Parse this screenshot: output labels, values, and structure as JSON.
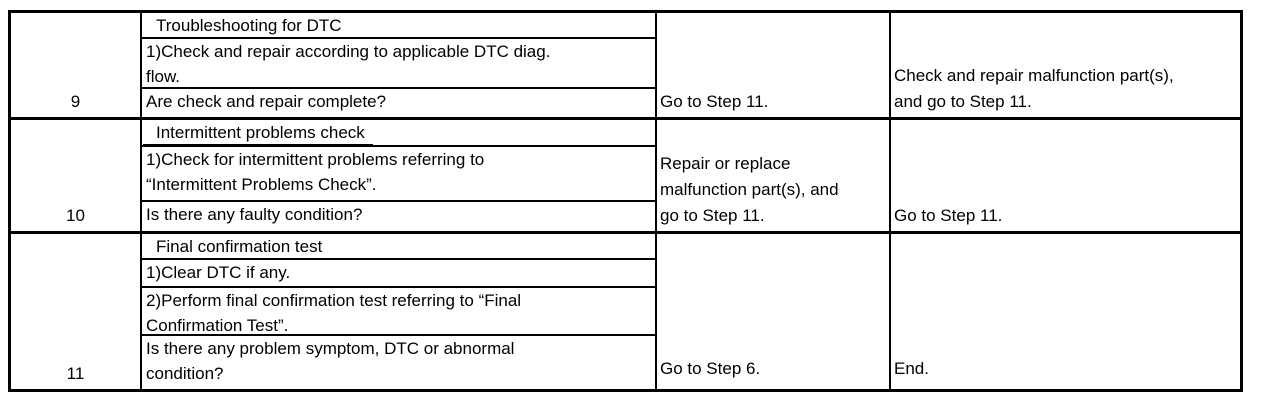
{
  "colors": {
    "border": "#000000",
    "text": "#000000",
    "background": "#ffffff"
  },
  "table": {
    "rows": [
      {
        "step": "9",
        "action": [
          {
            "type": "title",
            "lines": [
              "Troubleshooting for DTC"
            ]
          },
          {
            "type": "instruction",
            "lines": [
              "1)Check and repair according to applicable DTC diag.",
              "flow."
            ]
          },
          {
            "type": "question",
            "lines": [
              "Are check and repair complete?"
            ]
          }
        ],
        "yes": {
          "lines": [
            "Go to Step 11."
          ]
        },
        "no": {
          "lines": [
            "Check and repair malfunction part(s),",
            "and go to Step 11."
          ]
        }
      },
      {
        "step": "10",
        "action": [
          {
            "type": "title",
            "lines": [
              "Intermittent problems check"
            ]
          },
          {
            "type": "instruction",
            "lines": [
              "1)Check for intermittent problems referring to",
              "“Intermittent Problems Check”."
            ]
          },
          {
            "type": "question",
            "lines": [
              "Is there any faulty condition?"
            ]
          }
        ],
        "yes": {
          "lines": [
            "Repair or replace",
            "malfunction part(s), and",
            "go to Step 11."
          ]
        },
        "no": {
          "lines": [
            "Go to Step 11."
          ]
        }
      },
      {
        "step": "11",
        "action": [
          {
            "type": "title",
            "lines": [
              "Final confirmation test"
            ]
          },
          {
            "type": "instruction",
            "lines": [
              "1)Clear DTC if any."
            ]
          },
          {
            "type": "instruction",
            "lines": [
              "2)Perform final confirmation test referring to “Final",
              "Confirmation Test”."
            ]
          },
          {
            "type": "question",
            "lines": [
              "Is there any problem symptom, DTC or abnormal",
              "condition?"
            ]
          }
        ],
        "yes": {
          "lines": [
            "Go to Step 6."
          ]
        },
        "no": {
          "lines": [
            "End."
          ]
        }
      }
    ]
  }
}
